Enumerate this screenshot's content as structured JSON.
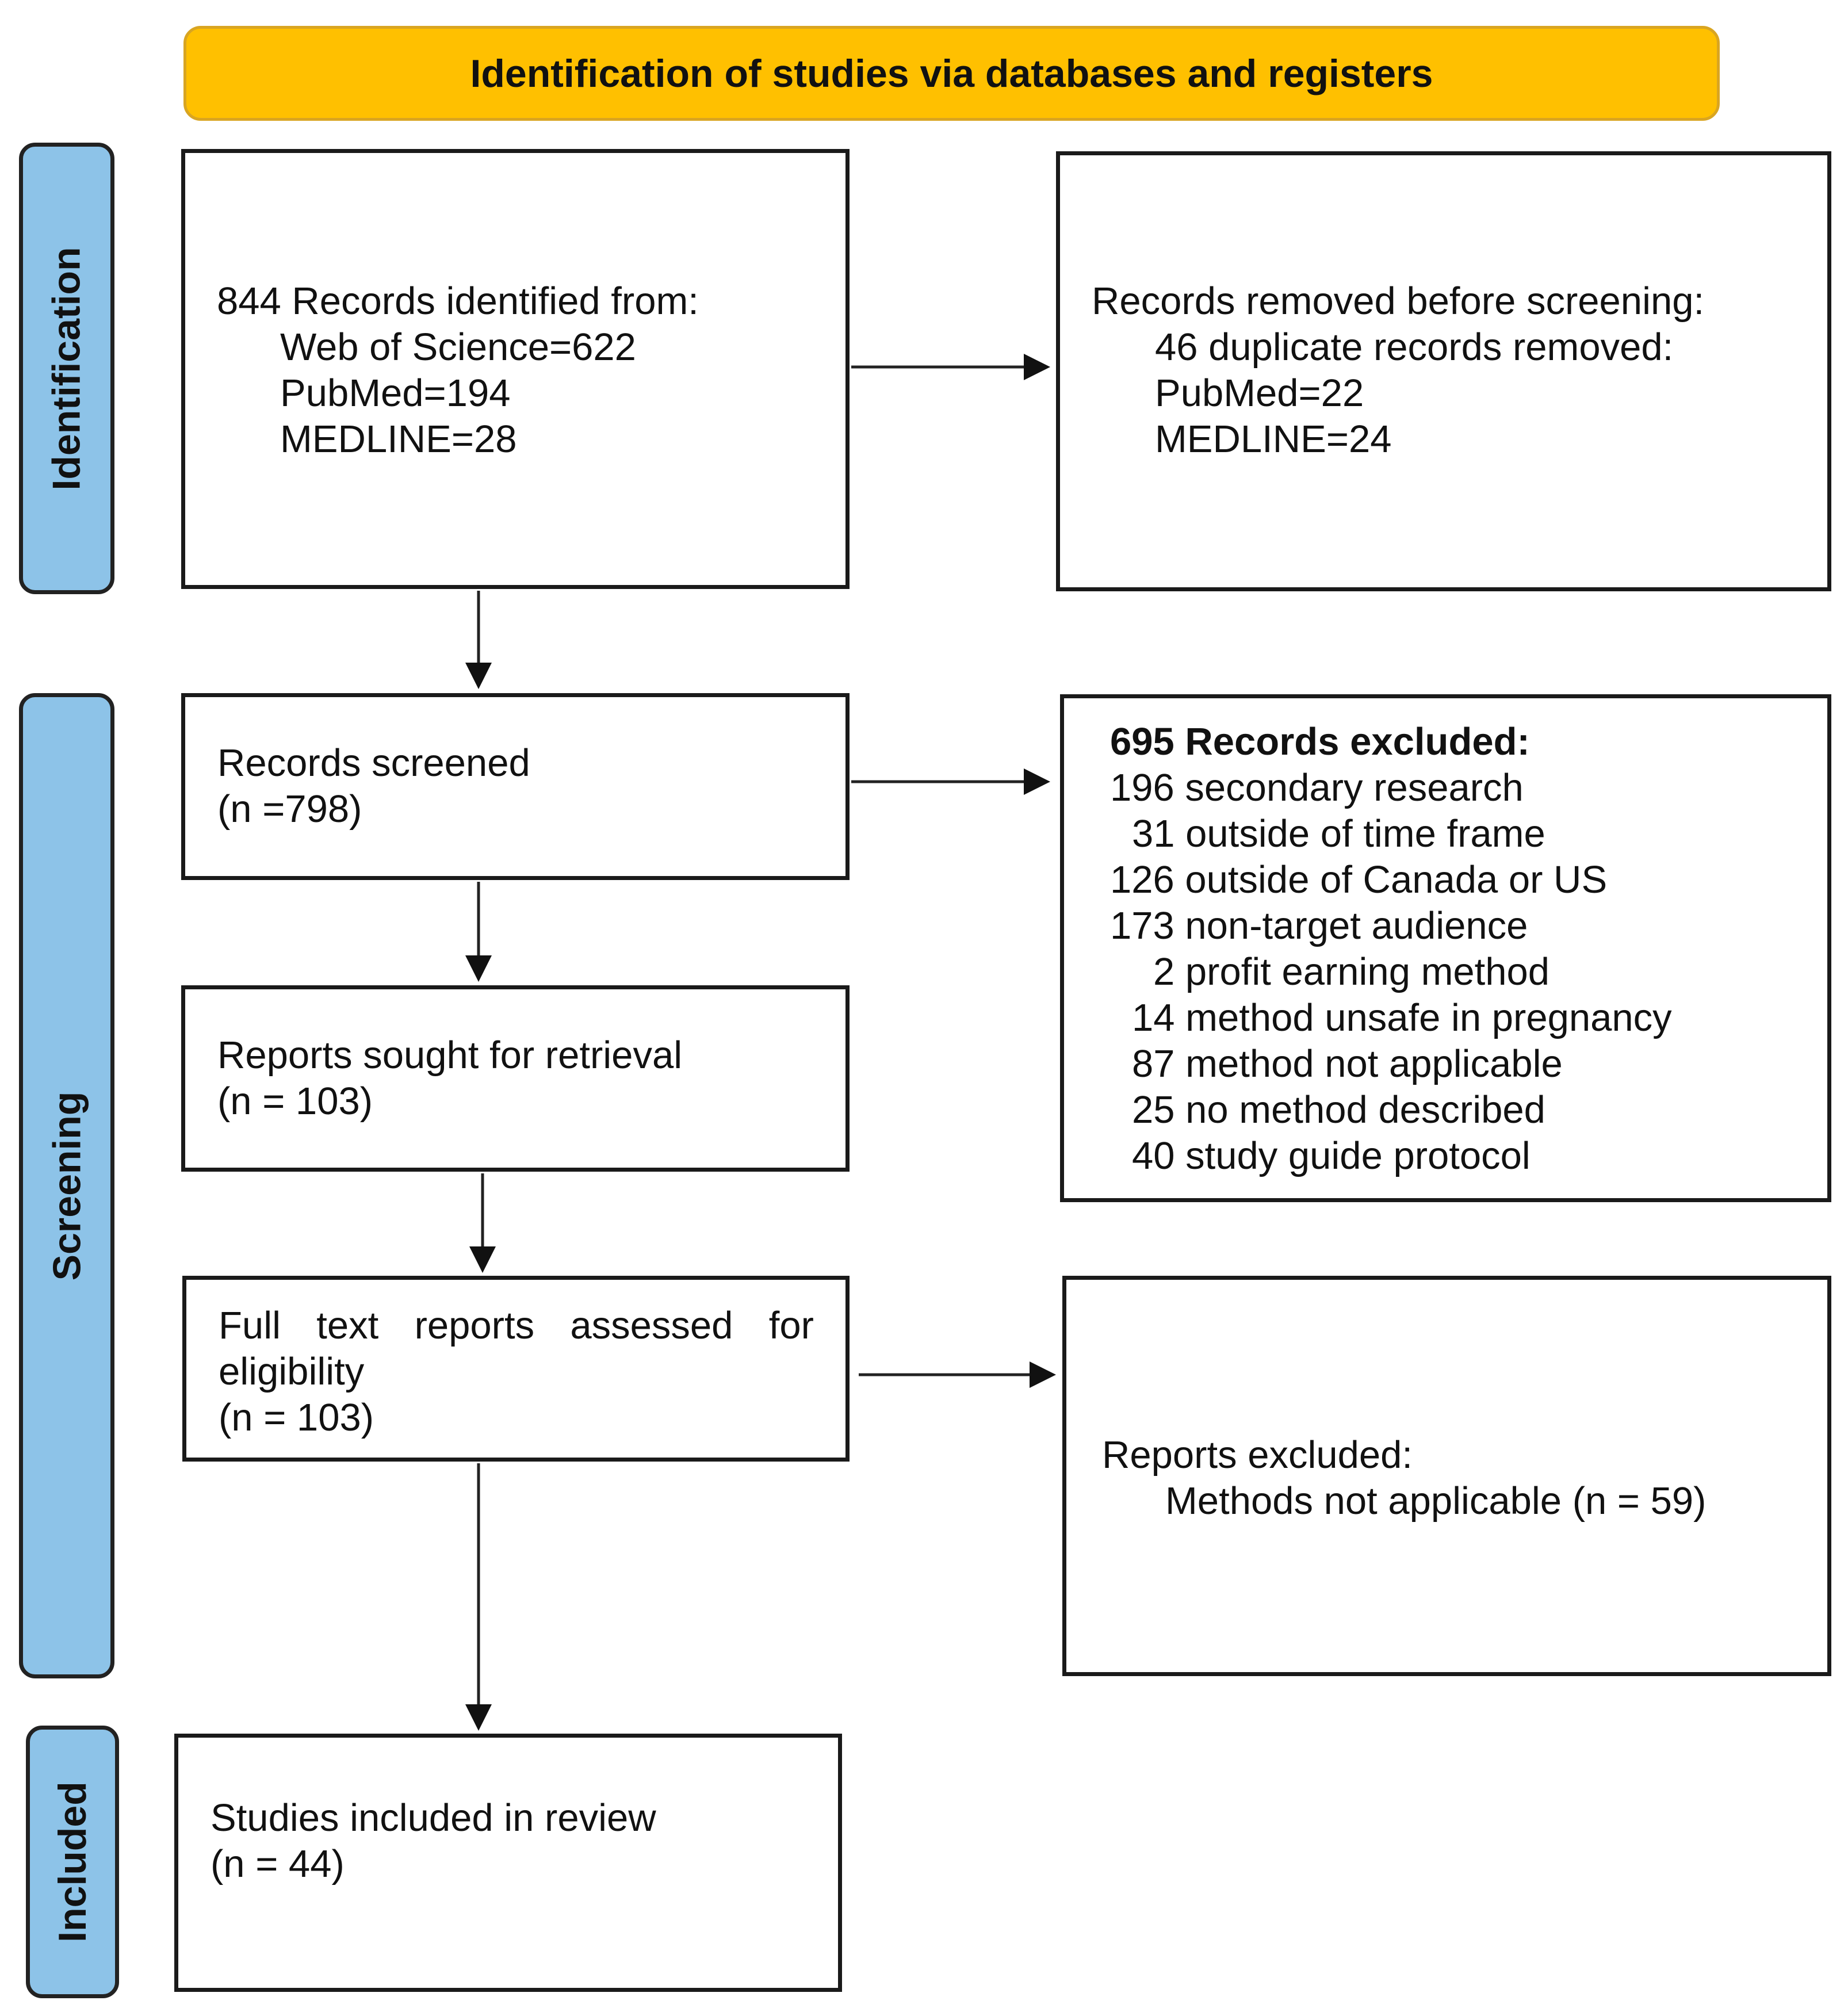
{
  "header": {
    "title": "Identification of studies via databases and registers",
    "color": "#FFC000"
  },
  "phases": {
    "identification": "Identification",
    "screening": "Screening",
    "included": "Included",
    "color": "#8DC3E8"
  },
  "identified": {
    "title": "844 Records identified from:",
    "sources": [
      "Web of Science=622",
      "PubMed=194",
      "MEDLINE=28"
    ]
  },
  "removed": {
    "title": "Records removed before screening:",
    "lines": [
      "46 duplicate records removed:",
      "PubMed=22",
      "MEDLINE=24"
    ]
  },
  "screened": {
    "label": "Records screened",
    "n": "(n =798)"
  },
  "records_excluded": {
    "title": "695 Records excluded:",
    "reasons": [
      "196 secondary research",
      "31 outside of time frame",
      "126 outside of Canada or US",
      "173 non-target audience",
      "2 profit earning method",
      "14 method unsafe in pregnancy",
      "87 method not applicable",
      "25 no method described",
      "40 study guide protocol"
    ]
  },
  "sought": {
    "label": "Reports sought for retrieval",
    "n": "(n = 103)"
  },
  "assessed": {
    "label_words": [
      "Full",
      "text",
      "reports",
      "assessed",
      "for"
    ],
    "label_cont": "eligibility",
    "n": "(n = 103)"
  },
  "reports_excluded": {
    "title": "Reports excluded:",
    "reason": "Methods not applicable (n = 59)"
  },
  "included": {
    "label": "Studies included in review",
    "n": "(n = 44)"
  }
}
